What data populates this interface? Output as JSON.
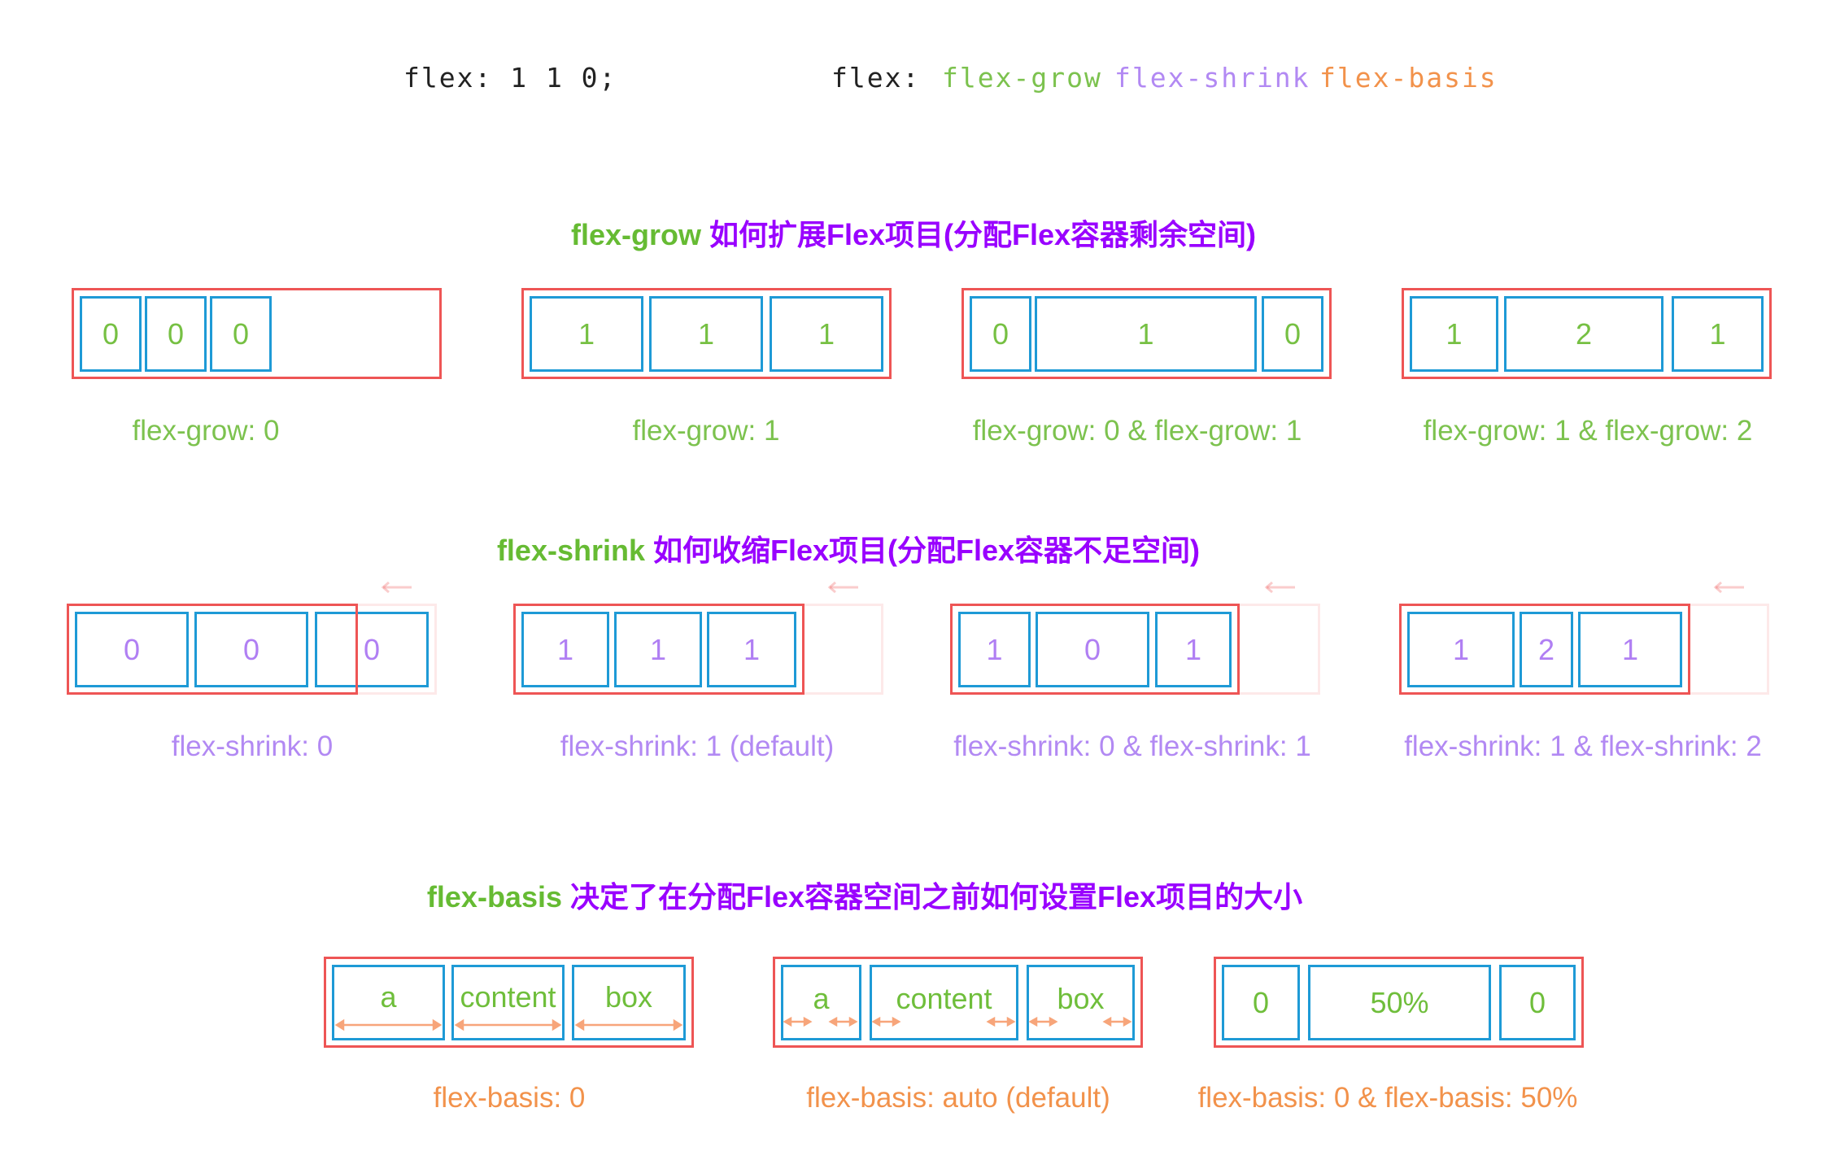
{
  "top": {
    "flex_example": "flex: 1 1 0;",
    "flex_label": "flex:",
    "grow_kw": "flex-grow",
    "shrink_kw": "flex-shrink",
    "basis_kw": "flex-basis"
  },
  "colors": {
    "grow": "#7cc24e",
    "shrink": "#b289f3",
    "basis": "#f2924b",
    "heading": "#9900ff",
    "container": "#ee5555",
    "item": "#1e9ad6"
  },
  "sections": {
    "grow": {
      "keyword": "flex-grow",
      "title": " 如何扩展Flex项目(分配Flex容器剩余空间)",
      "examples": [
        {
          "items": [
            "0",
            "0",
            "0"
          ],
          "caption": "flex-grow: 0"
        },
        {
          "items": [
            "1",
            "1",
            "1"
          ],
          "caption": "flex-grow: 1"
        },
        {
          "items": [
            "0",
            "1",
            "0"
          ],
          "caption": "flex-grow: 0  &  flex-grow: 1"
        },
        {
          "items": [
            "1",
            "2",
            "1"
          ],
          "caption": "flex-grow: 1  &  flex-grow: 2"
        }
      ]
    },
    "shrink": {
      "keyword": "flex-shrink",
      "title": " 如何收缩Flex项目(分配Flex容器不足空间)",
      "examples": [
        {
          "items": [
            "0",
            "0",
            "0"
          ],
          "caption": "flex-shrink: 0"
        },
        {
          "items": [
            "1",
            "1",
            "1"
          ],
          "caption": "flex-shrink: 1 (default)"
        },
        {
          "items": [
            "1",
            "0",
            "1"
          ],
          "caption": "flex-shrink: 0  &  flex-shrink: 1"
        },
        {
          "items": [
            "1",
            "2",
            "1"
          ],
          "caption": "flex-shrink: 1  &  flex-shrink: 2"
        }
      ]
    },
    "basis": {
      "keyword": "flex-basis",
      "title": " 决定了在分配Flex容器空间之前如何设置Flex项目的大小",
      "examples": [
        {
          "items": [
            "a",
            "content",
            "box"
          ],
          "caption": "flex-basis: 0"
        },
        {
          "items": [
            "a",
            "content",
            "box"
          ],
          "caption": "flex-basis: auto (default)"
        },
        {
          "items": [
            "0",
            "50%",
            "0"
          ],
          "caption": "flex-basis: 0  &  flex-basis: 50%"
        }
      ]
    }
  }
}
